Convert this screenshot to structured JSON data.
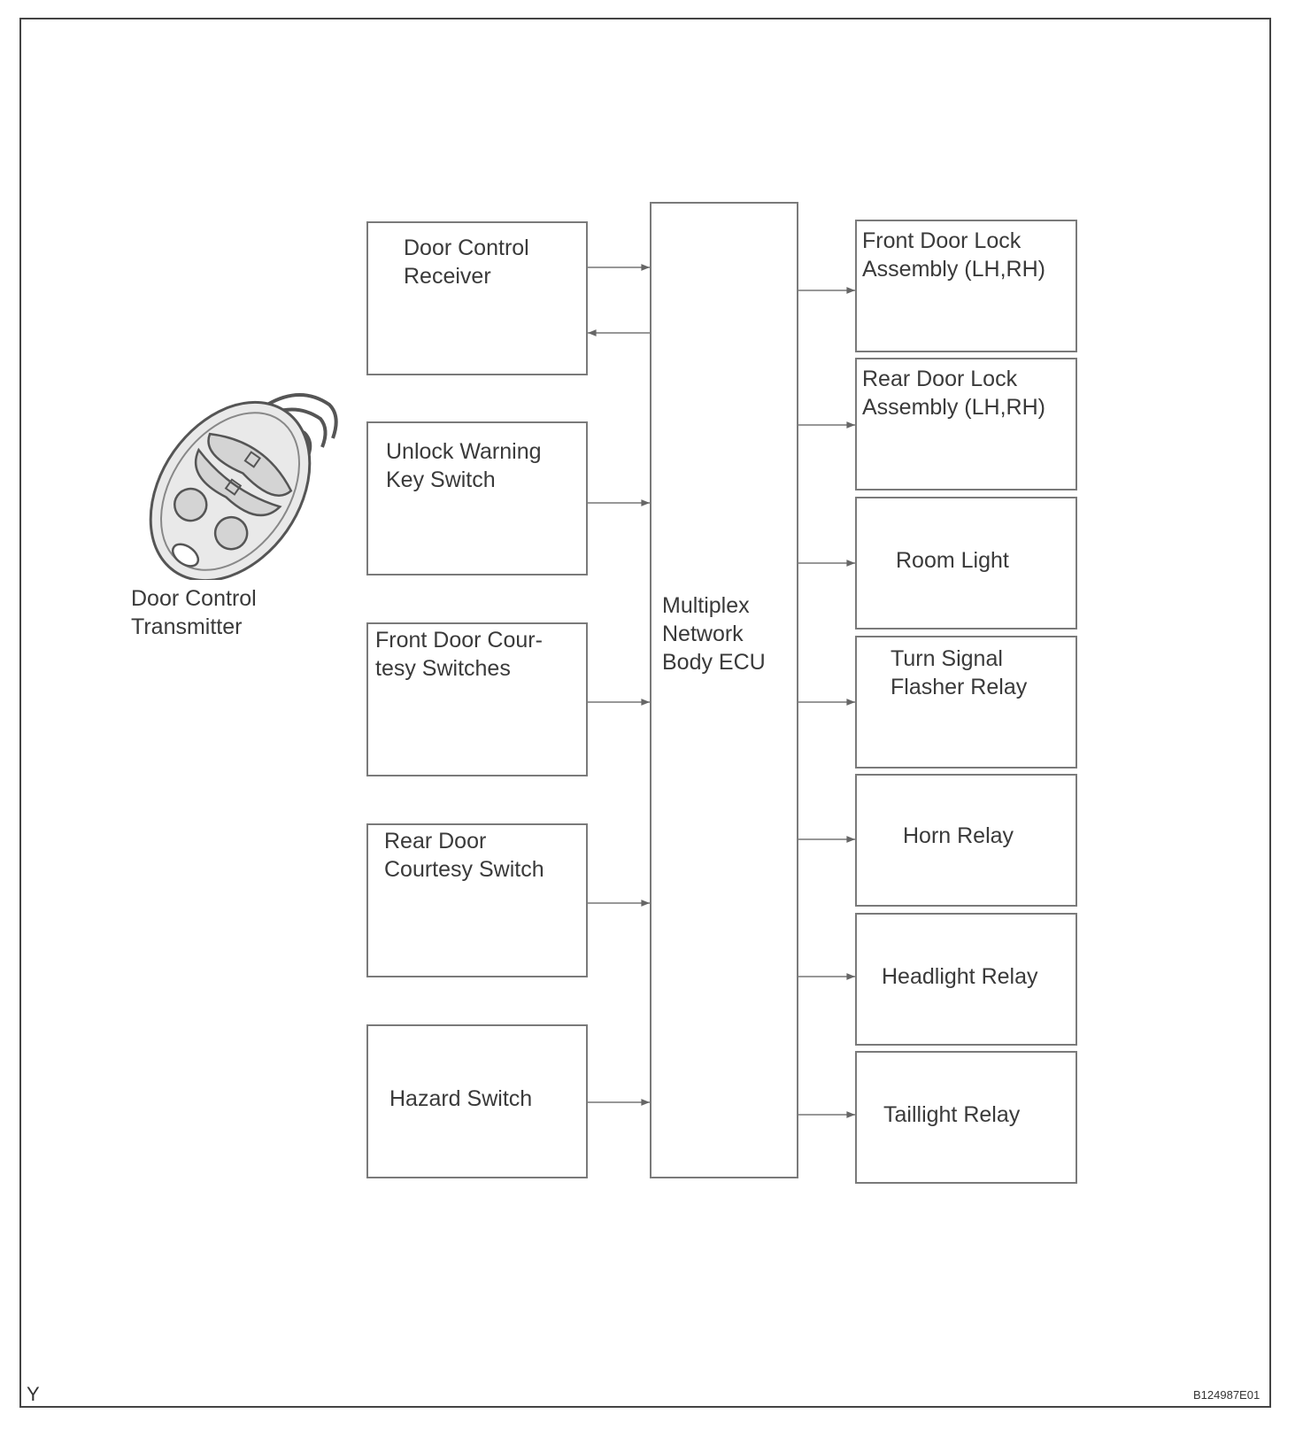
{
  "transmitter": {
    "label": "Door Control\nTransmitter",
    "icon": "key-fob-icon"
  },
  "ecu": {
    "label": "Multiplex\nNetwork\nBody ECU"
  },
  "inputs": [
    {
      "label": "Door Control\nReceiver"
    },
    {
      "label": "Unlock Warning\nKey Switch"
    },
    {
      "label": "Front Door Cour-\ntesy Switches"
    },
    {
      "label": "Rear Door\nCourtesy Switch"
    },
    {
      "label": "Hazard Switch"
    }
  ],
  "outputs": [
    {
      "label": "Front Door Lock\nAssembly (LH,RH)"
    },
    {
      "label": "Rear Door Lock\nAssembly (LH,RH)"
    },
    {
      "label": "Room Light"
    },
    {
      "label": "Turn Signal\nFlasher Relay"
    },
    {
      "label": "Horn Relay"
    },
    {
      "label": "Headlight Relay"
    },
    {
      "label": "Taillight Relay"
    }
  ],
  "footer": {
    "corner_mark": "Y",
    "figure_code": "B124987E01"
  }
}
